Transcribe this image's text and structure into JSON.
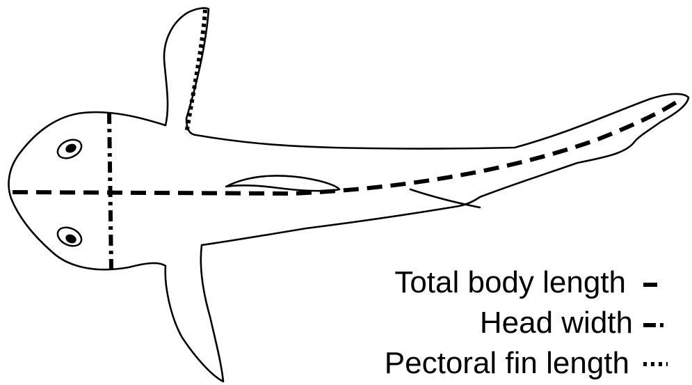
{
  "diagram": {
    "subject": "shark-dorsal-view",
    "legend": [
      {
        "label": "Total body length",
        "line_style": "dashed",
        "color": "#000000"
      },
      {
        "label": "Head width",
        "line_style": "dash-dot",
        "color": "#000000"
      },
      {
        "label": "Pectoral fin length",
        "line_style": "dotted",
        "color": "#000000"
      }
    ]
  }
}
